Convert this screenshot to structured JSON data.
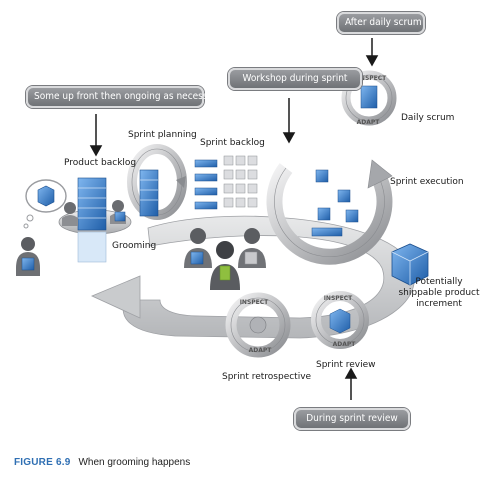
{
  "callouts": {
    "up_front": "Some up front then ongoing as necessary",
    "workshop": "Workshop during sprint",
    "after_scrum": "After daily scrum",
    "during_review": "During sprint review"
  },
  "labels": {
    "product_backlog": "Product backlog",
    "sprint_planning": "Sprint planning",
    "sprint_backlog": "Sprint backlog",
    "grooming": "Grooming",
    "daily_scrum": "Daily scrum",
    "sprint_execution": "Sprint execution",
    "potentially_line1": "Potentially",
    "potentially_line2": "shippable product",
    "potentially_line3": "increment",
    "sprint_retrospective": "Sprint retrospective",
    "sprint_review": "Sprint review"
  },
  "ring_text": {
    "inspect": "INSPECT",
    "adapt": "ADAPT"
  },
  "caption": {
    "figure_number": "FIGURE 6.9",
    "title": "When grooming happens"
  },
  "colors": {
    "cube_blue": "#2f74c4",
    "cube_light": "#6aa6e6",
    "arrow_gray": "#b9bbbe",
    "caption_blue": "#2f6fb3"
  }
}
